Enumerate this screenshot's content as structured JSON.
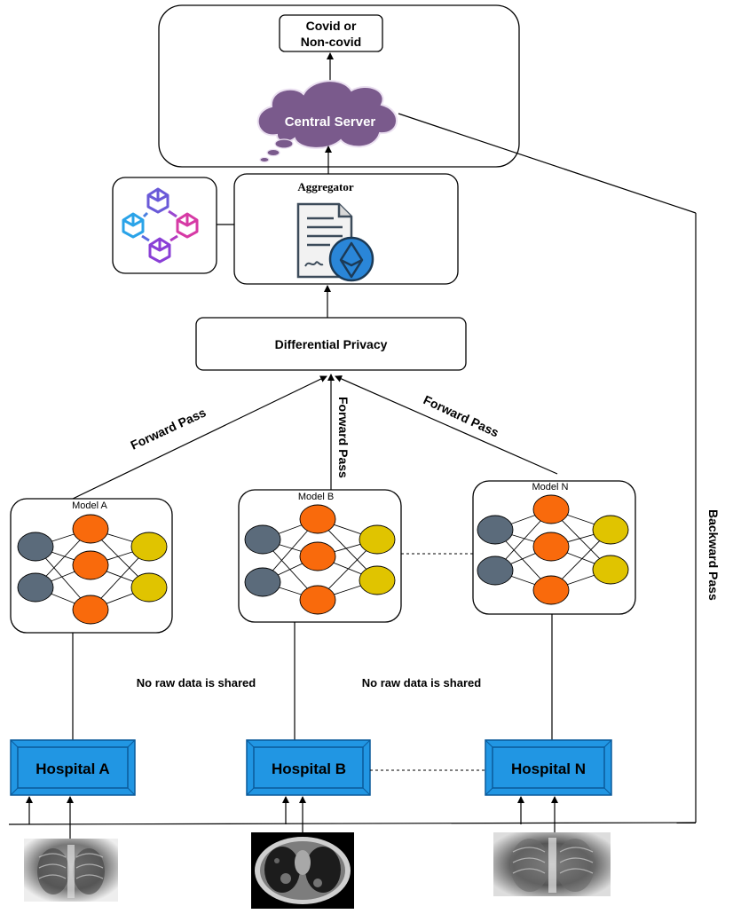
{
  "output_label_line1": "Covid or",
  "output_label_line2": "Non-covid",
  "central_server": "Central Server",
  "aggregator": "Aggregator",
  "differential_privacy": "Differential Privacy",
  "forward_pass": "Forward Pass",
  "backward_pass": "Backward Pass",
  "no_raw_data": "No raw data is shared",
  "models": [
    "Model A",
    "Model B",
    "Model N"
  ],
  "hospitals": [
    "Hospital A",
    "Hospital B",
    "Hospital N"
  ],
  "colors": {
    "cloud": "#7a5a8c",
    "hospital": "#2196e3",
    "hospital_border": "#0b5a9a",
    "input_node": "#5b6b7b",
    "hidden_node": "#f96a0c",
    "output_node": "#e0c400",
    "blockchain_blue": "#2aa3e8",
    "blockchain_purple": "#8a3fd6",
    "blockchain_magenta": "#d63aa5",
    "eth_blue": "#2a86d8"
  }
}
